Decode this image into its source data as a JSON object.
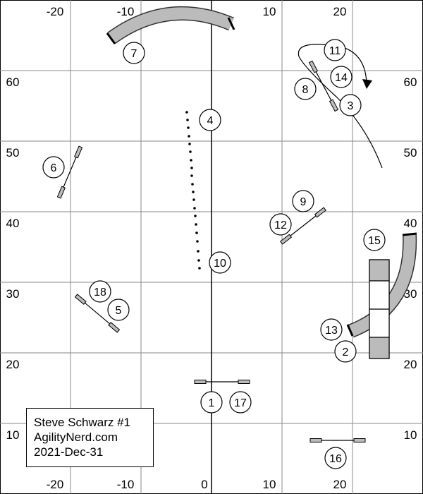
{
  "axis_labels": {
    "x_top": [
      "-20",
      "-10",
      "10",
      "20"
    ],
    "x_bottom": [
      "-20",
      "-10",
      "0",
      "10",
      "20"
    ],
    "y_left": [
      "60",
      "50",
      "40",
      "30",
      "20",
      "10"
    ],
    "y_right": [
      "60",
      "50",
      "40",
      "30",
      "20",
      "10"
    ]
  },
  "obstacles": [
    {
      "number": "1",
      "type": "jump"
    },
    {
      "number": "2",
      "type": "tire"
    },
    {
      "number": "3",
      "type": "jump"
    },
    {
      "number": "4",
      "type": "weave-poles"
    },
    {
      "number": "5",
      "type": "jump"
    },
    {
      "number": "6",
      "type": "jump"
    },
    {
      "number": "7",
      "type": "tunnel"
    },
    {
      "number": "8",
      "type": "jump"
    },
    {
      "number": "9",
      "type": "jump"
    },
    {
      "number": "10",
      "type": "weave-poles"
    },
    {
      "number": "11",
      "type": "jump"
    },
    {
      "number": "12",
      "type": "jump"
    },
    {
      "number": "13",
      "type": "tunnel"
    },
    {
      "number": "14",
      "type": "jump"
    },
    {
      "number": "15",
      "type": "tunnel"
    },
    {
      "number": "16",
      "type": "jump"
    },
    {
      "number": "17",
      "type": "jump"
    },
    {
      "number": "18",
      "type": "jump"
    }
  ],
  "info": {
    "author": "Steve Schwarz #1",
    "site": "AgilityNerd.com",
    "date": "2021-Dec-31"
  },
  "colors": {
    "grid": "#888888",
    "tunnel_fill": "#bbbbbb",
    "tunnel_stroke": "#333333",
    "ink": "#000000"
  }
}
